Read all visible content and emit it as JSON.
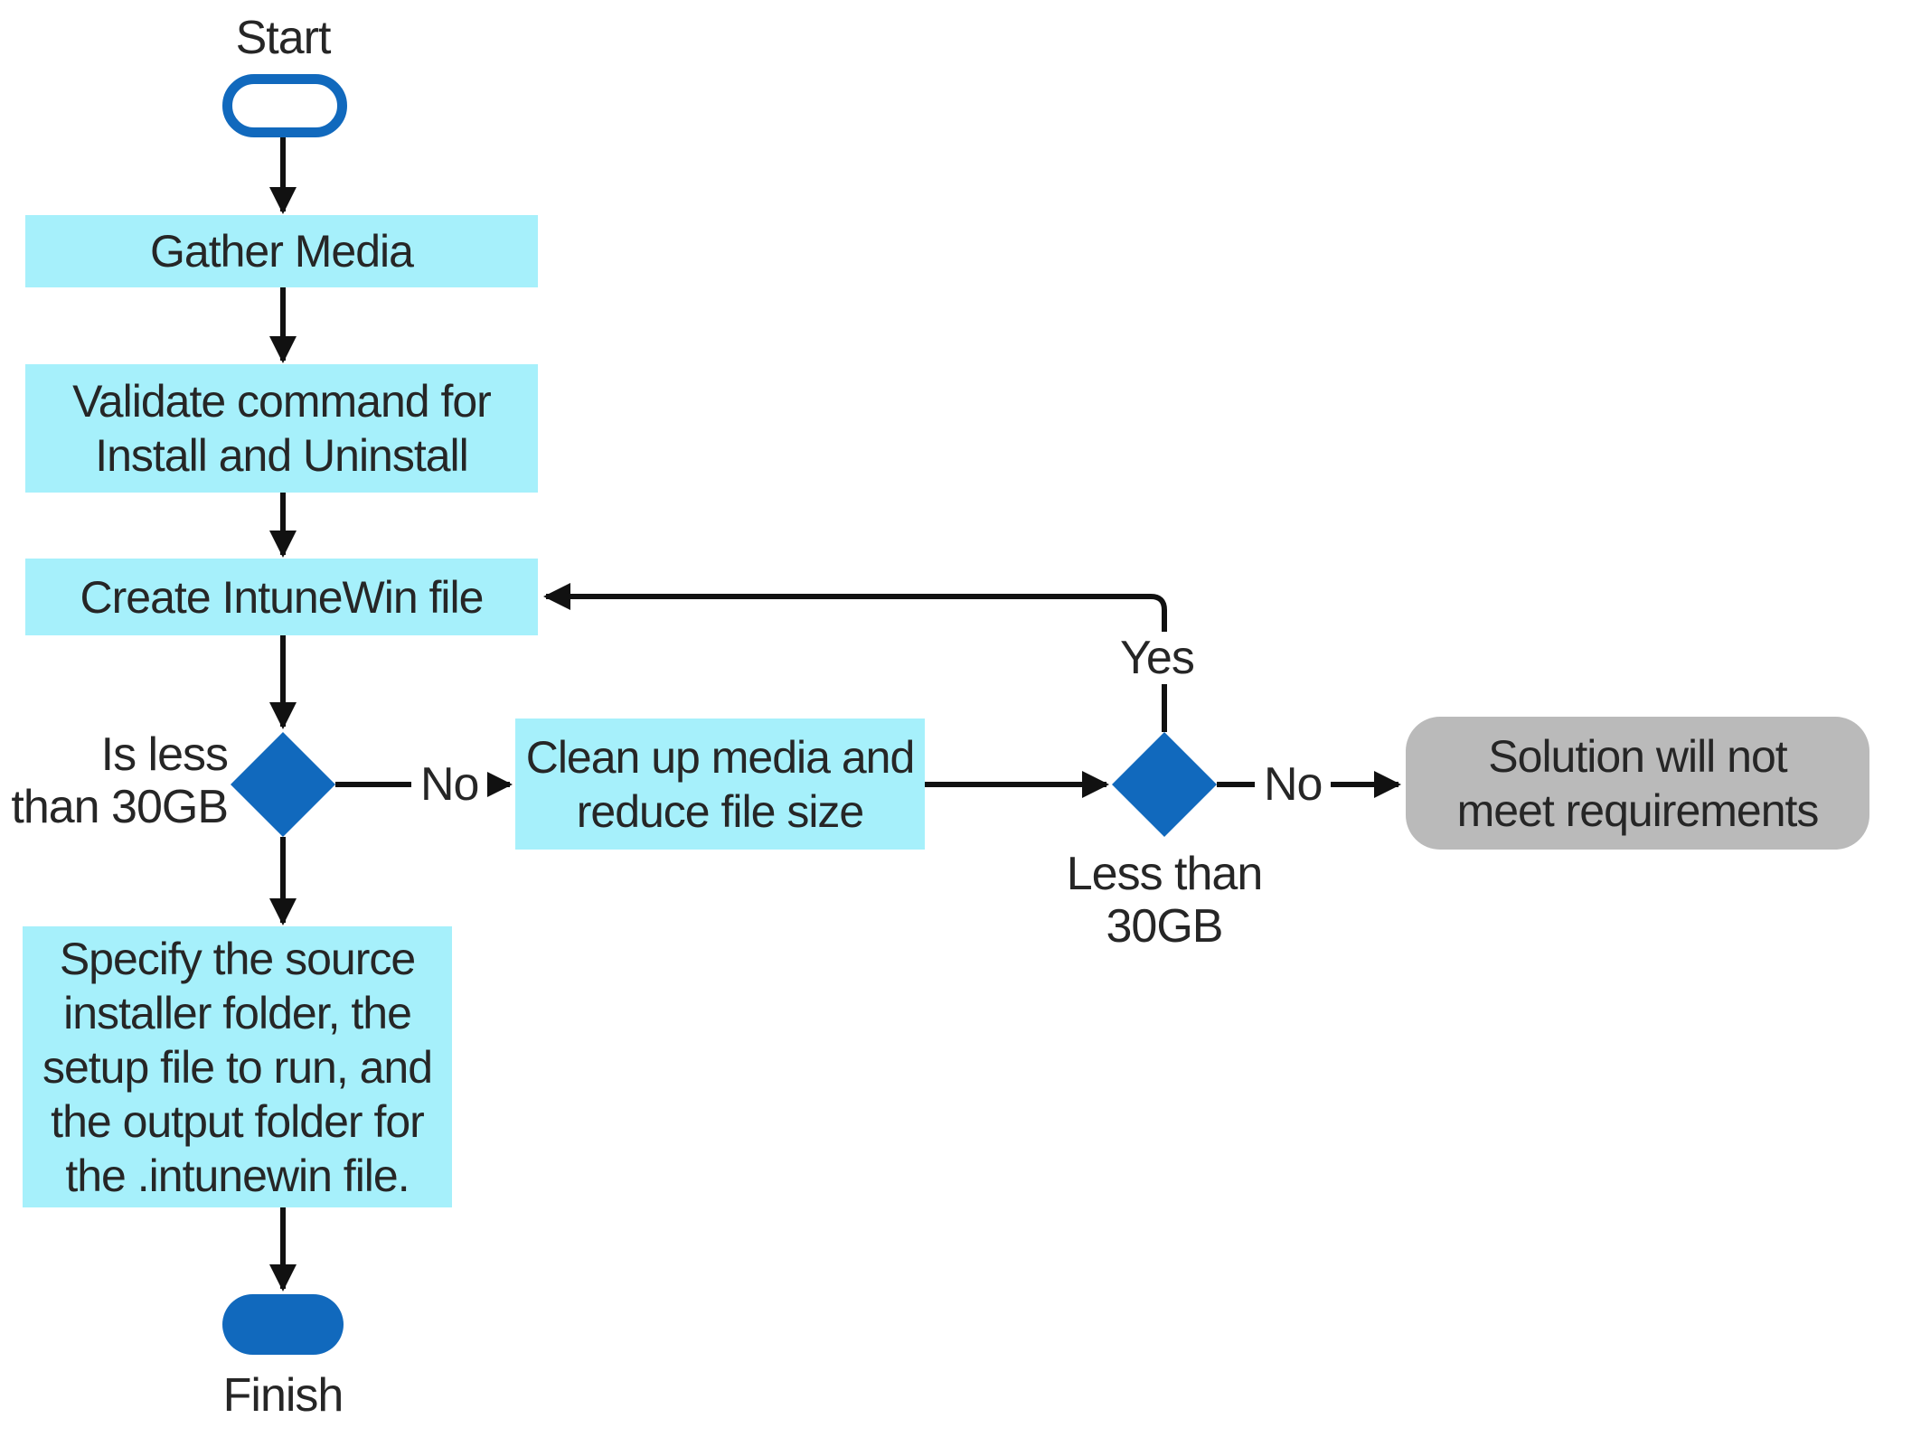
{
  "flowchart": {
    "start_label": "Start",
    "finish_label": "Finish",
    "nodes": {
      "gather_media": [
        "Gather Media"
      ],
      "validate_command": [
        "Validate command for",
        "Install and Uninstall"
      ],
      "create_intunewin": [
        "Create IntuneWin file"
      ],
      "clean_up_media": [
        "Clean up media and",
        "reduce file size"
      ],
      "specify_source": [
        "Specify the source",
        "installer folder, the",
        "setup file to run, and",
        "the output folder for",
        "the .intunewin file."
      ],
      "solution_not_meet": [
        "Solution will not",
        "meet requirements"
      ]
    },
    "decision_labels": {
      "is_less_than_30gb": [
        "Is less",
        "than 30GB"
      ],
      "less_than_30gb": [
        "Less than",
        "30GB"
      ]
    },
    "edge_labels": {
      "no_first": "No",
      "no_second": "No",
      "yes": "Yes"
    },
    "colors": {
      "process_fill": "#A6F0FB",
      "decision_fill": "#1169BD",
      "start_outline": "#1169BD",
      "finish_fill": "#1169BD",
      "fail_terminator_fill": "#BABABA",
      "arrow": "#111111",
      "text": "#262626"
    }
  }
}
